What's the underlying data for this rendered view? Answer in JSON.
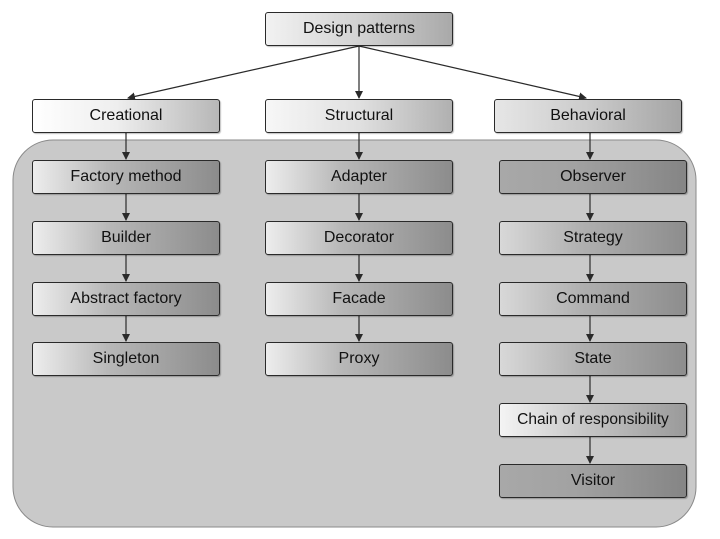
{
  "diagram": {
    "root": {
      "label": "Design  patterns"
    },
    "categories": [
      {
        "label": "Creational",
        "patterns": [
          "Factory method",
          "Builder",
          "Abstract factory",
          "Singleton"
        ]
      },
      {
        "label": "Structural",
        "patterns": [
          "Adapter",
          "Decorator",
          "Facade",
          "Proxy"
        ]
      },
      {
        "label": "Behavioral",
        "patterns": [
          "Observer",
          "Strategy",
          "Command",
          "State",
          "Chain of responsibility",
          "Visitor"
        ]
      }
    ],
    "colors": {
      "container_fill": "#c9c9c9",
      "container_border": "#8a8a8a",
      "line": "#2a2a2a"
    }
  }
}
